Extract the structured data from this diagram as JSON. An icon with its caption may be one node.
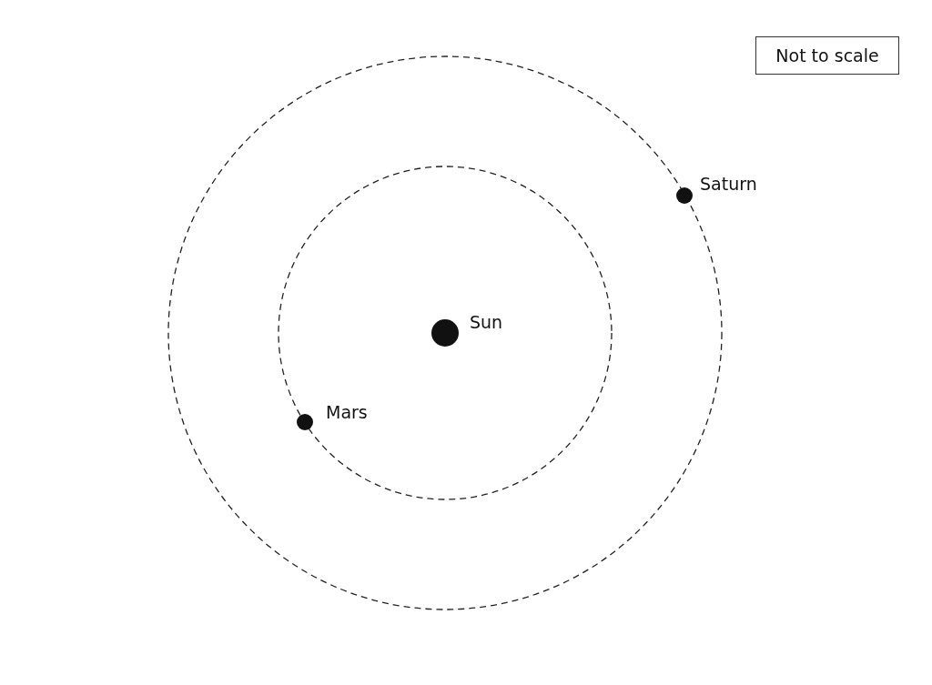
{
  "diagram": {
    "nodes": [
      {
        "text": [
          "Not to scale"
        ]
      }
    ],
    "labels": [
      "Saturn",
      "Sun",
      "Mars"
    ]
  }
}
